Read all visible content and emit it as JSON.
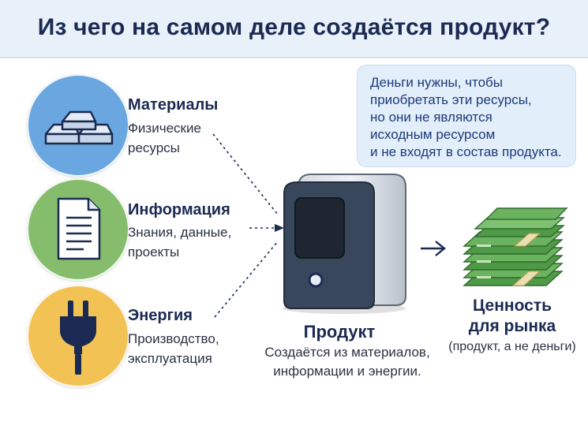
{
  "header": {
    "title": "Из чего на самом деле создаётся продукт?"
  },
  "note": {
    "lines": [
      "Деньги нужны, чтобы",
      "приобретать эти ресурсы,",
      "но они не являются",
      "исходным ресурсом",
      "и не входят в состав продукта."
    ]
  },
  "resources": [
    {
      "title": "Материалы",
      "sub": [
        "Физические",
        "ресурсы"
      ],
      "icon": "metal-ingots-icon"
    },
    {
      "title": "Информация",
      "sub": [
        "Знания, данные,",
        "проекты"
      ],
      "icon": "document-icon"
    },
    {
      "title": "Энергия",
      "sub": [
        "Производство,",
        "эксплуатация"
      ],
      "icon": "power-plug-icon"
    }
  ],
  "product": {
    "title": "Продукт",
    "desc": [
      "Создаётся из материалов,",
      "информации и энергии."
    ],
    "icon": "device-icon"
  },
  "value": {
    "title": [
      "Ценность",
      "для рынка"
    ],
    "note": "(продукт, а не деньги)",
    "icon": "money-stack-icon"
  },
  "colors": {
    "materials": "#6aa6e0",
    "information": "#86bd6d",
    "energy": "#f2c255",
    "title_text": "#1b2a52",
    "note_background": "#e3eefb"
  }
}
